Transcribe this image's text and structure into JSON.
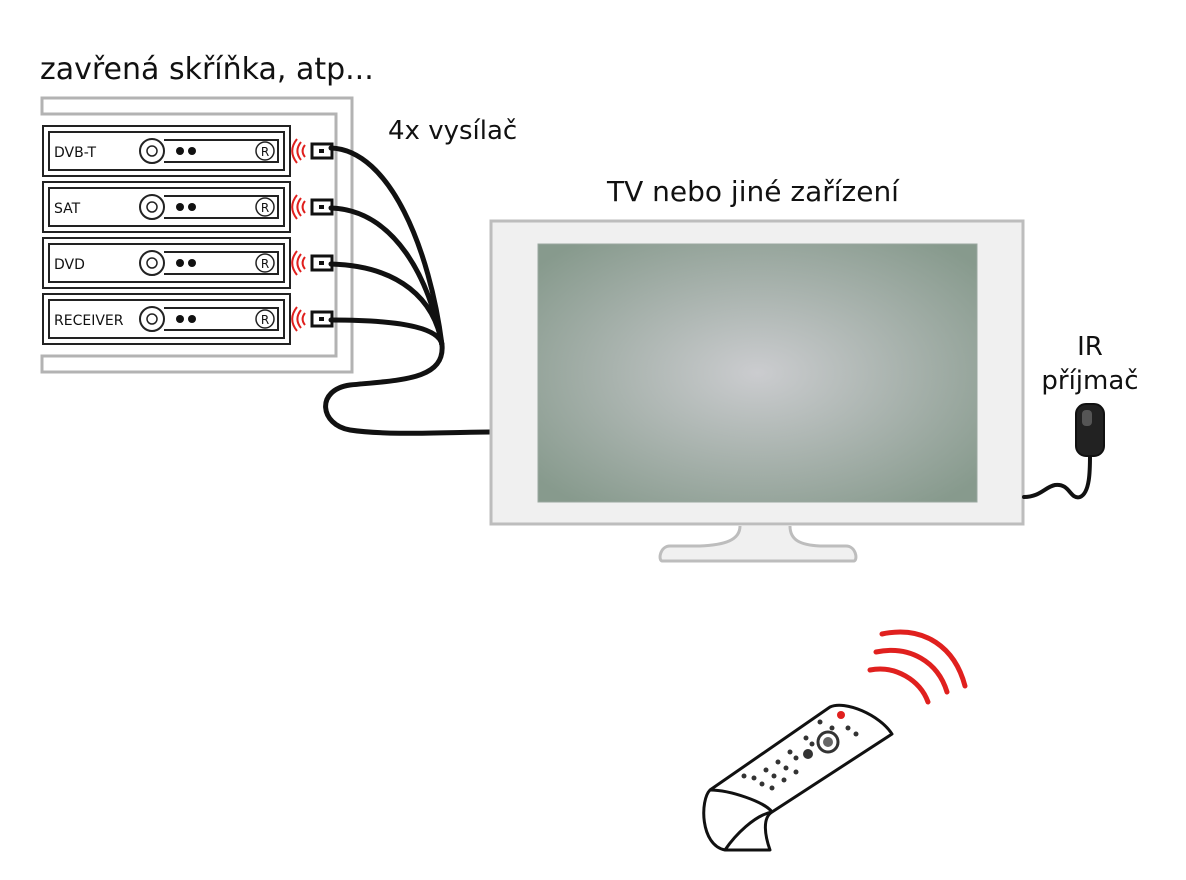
{
  "labels": {
    "cabinet": "zavřená skříňka, atp...",
    "transmitters": "4x vysílač",
    "tv": "TV nebo jiné zařízení",
    "ir_receiver_line1": "IR",
    "ir_receiver_line2": "příjmač"
  },
  "devices": [
    {
      "name": "DVB-T",
      "badge": "R"
    },
    {
      "name": "SAT",
      "badge": "R"
    },
    {
      "name": "DVD",
      "badge": "R"
    },
    {
      "name": "RECEIVER",
      "badge": "R"
    }
  ],
  "colors": {
    "cabinet_stroke": "#b3b3b3",
    "device_stroke": "#222222",
    "cable": "#111111",
    "ir_signal": "#e0201e",
    "tv_frame": "#f0f0f0",
    "tv_frame_stroke": "#bdbdbd",
    "screen_center": "#cbcccf",
    "screen_edge": "#879a8d"
  }
}
